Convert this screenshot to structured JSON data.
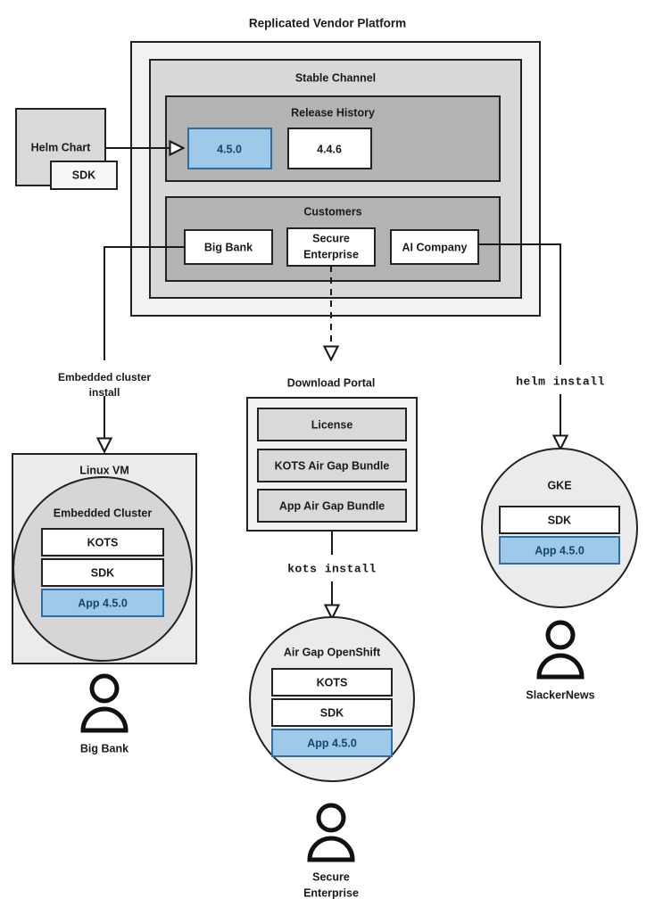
{
  "diagram": {
    "title": "Replicated Vendor Platform",
    "colors": {
      "platform_bg": "#f2f2f2",
      "channel_bg": "#d8d8d8",
      "section_bg": "#b3b3b3",
      "box_white": "#ffffff",
      "box_light": "#d9d9d9",
      "accent_blue_fill": "#9ec9e8",
      "accent_blue_border": "#2e6da4",
      "accent_blue_text": "#14456e",
      "stroke": "#222222"
    },
    "helm_chart": {
      "label": "Helm Chart",
      "sdk_label": "SDK"
    },
    "stable_channel": {
      "label": "Stable Channel",
      "release_history": {
        "label": "Release History",
        "releases": [
          {
            "version": "4.5.0",
            "highlighted": true
          },
          {
            "version": "4.4.6",
            "highlighted": false
          }
        ]
      },
      "customers": {
        "label": "Customers",
        "items": [
          {
            "name": "Big Bank"
          },
          {
            "name": "Secure\nEnterprise",
            "line1": "Secure",
            "line2": "Enterprise"
          },
          {
            "name": "AI Company"
          }
        ]
      }
    },
    "install_paths": [
      {
        "id": "embedded",
        "label_line1": "Embedded cluster",
        "label_line2": "install",
        "mono": false
      },
      {
        "id": "kots",
        "label_line1": "kots install",
        "label_line2": "",
        "mono": true
      },
      {
        "id": "helm",
        "label_line1": "helm install",
        "label_line2": "",
        "mono": true
      }
    ],
    "download_portal": {
      "label": "Download Portal",
      "artifacts": [
        {
          "label": "License"
        },
        {
          "label": "KOTS Air Gap Bundle"
        },
        {
          "label": "App Air Gap Bundle"
        }
      ]
    },
    "environments": [
      {
        "id": "linux-vm",
        "label": "Linux VM",
        "inner_label": "Embedded Cluster",
        "components": [
          {
            "label": "KOTS",
            "highlighted": false
          },
          {
            "label": "SDK",
            "highlighted": false
          },
          {
            "label": "App 4.5.0",
            "highlighted": true
          }
        ],
        "customer": "Big Bank"
      },
      {
        "id": "air-gap-openshift",
        "label": "Air Gap OpenShift",
        "inner_label": "",
        "components": [
          {
            "label": "KOTS",
            "highlighted": false
          },
          {
            "label": "SDK",
            "highlighted": false
          },
          {
            "label": "App 4.5.0",
            "highlighted": true
          }
        ],
        "customer_line1": "Secure",
        "customer_line2": "Enterprise"
      },
      {
        "id": "gke",
        "label": "GKE",
        "inner_label": "",
        "components": [
          {
            "label": "SDK",
            "highlighted": false
          },
          {
            "label": "App 4.5.0",
            "highlighted": true
          }
        ],
        "customer": "SlackerNews"
      }
    ]
  }
}
